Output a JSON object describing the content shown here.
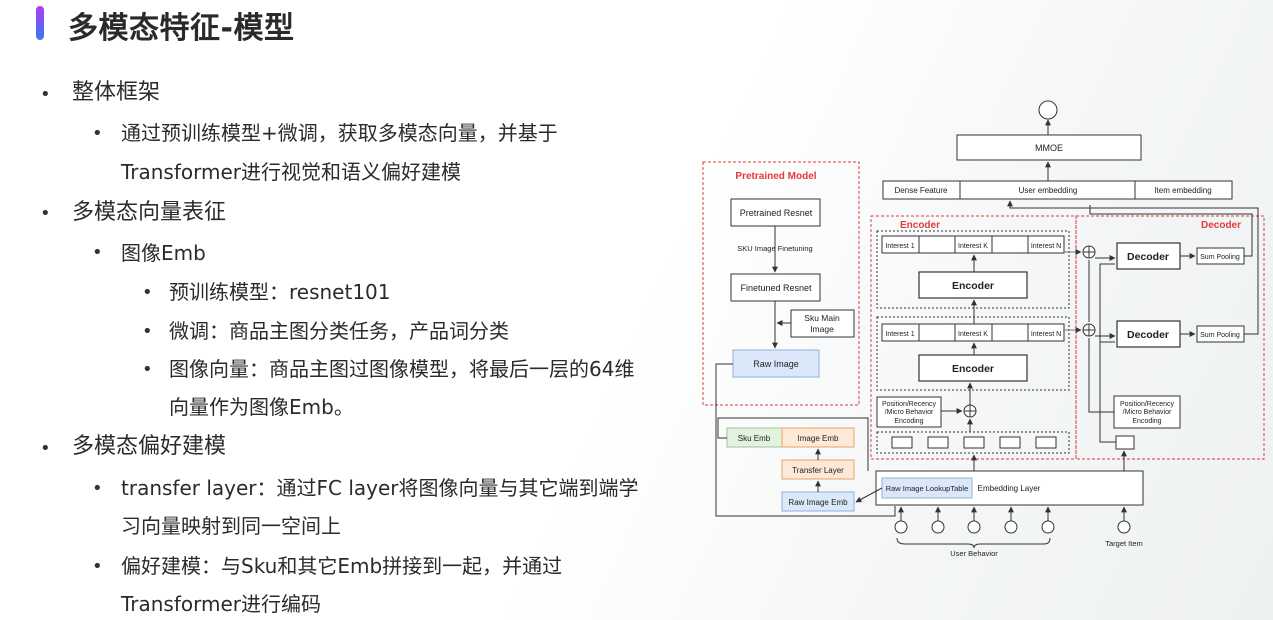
{
  "title": "多模态特征-模型",
  "bullets": {
    "l1_framework": "整体框架",
    "l2_framework_a": "通过预训练模型+微调，获取多模态向量，并基于",
    "l2_framework_b": "Transformer进行视觉和语义偏好建模",
    "l1_repr": "多模态向量表征",
    "l2_image_emb": "图像Emb",
    "l3_pretrain": "预训练模型：resnet101",
    "l3_finetune": "微调：商品主图分类任务，产品词分类",
    "l3_vector_a": "图像向量：商品主图过图像模型，将最后一层的64维",
    "l3_vector_b": "向量作为图像Emb。",
    "l1_pref": "多模态偏好建模",
    "l2_transfer_a": "transfer layer：通过FC layer将图像向量与其它端到端学",
    "l2_transfer_b": "习向量映射到同一空间上",
    "l2_pref_a": "偏好建模：与Sku和其它Emb拼接到一起，并通过",
    "l2_pref_b": "Transformer进行编码"
  },
  "diagram": {
    "pretrained_model": "Pretrained Model",
    "pretrained_resnet": "Pretrained Resnet",
    "sku_image_finetuning": "SKU Image Finetuning",
    "finetuned_resnet": "Finetuned Resnet",
    "sku_main_image_1": "Sku Main",
    "sku_main_image_2": "Image",
    "raw_image": "Raw Image",
    "sku_emb": "Sku Emb",
    "image_emb": "Image Emb",
    "transfer_layer": "Transfer Layer",
    "raw_image_emb": "Raw Image Emb",
    "raw_image_lookup": "Raw Image LookupTable",
    "embedding_layer": "Embedding Layer",
    "user_behavior": "User Behavior",
    "target_item": "Target Item",
    "encoder_label": "Encoder",
    "decoder_label": "Decoder",
    "encoder": "Encoder",
    "decoder": "Decoder",
    "interest_1": "Interest 1",
    "interest_k": "Interest K",
    "interest_n": "Interest N",
    "pos_enc_1": "Position/Recency",
    "pos_enc_2": "/Micro Behavior",
    "pos_enc_3": "Encoding",
    "sum_pooling": "Sum Pooling",
    "dense_feature": "Dense Feature",
    "user_embedding": "User embedding",
    "item_embedding": "Item embedding",
    "mmoe": "MMOE",
    "accent_red": "#e03b3b",
    "raw_blue": "#dbe8fa",
    "green": "#e3f1df",
    "orange": "#fde9d6"
  }
}
